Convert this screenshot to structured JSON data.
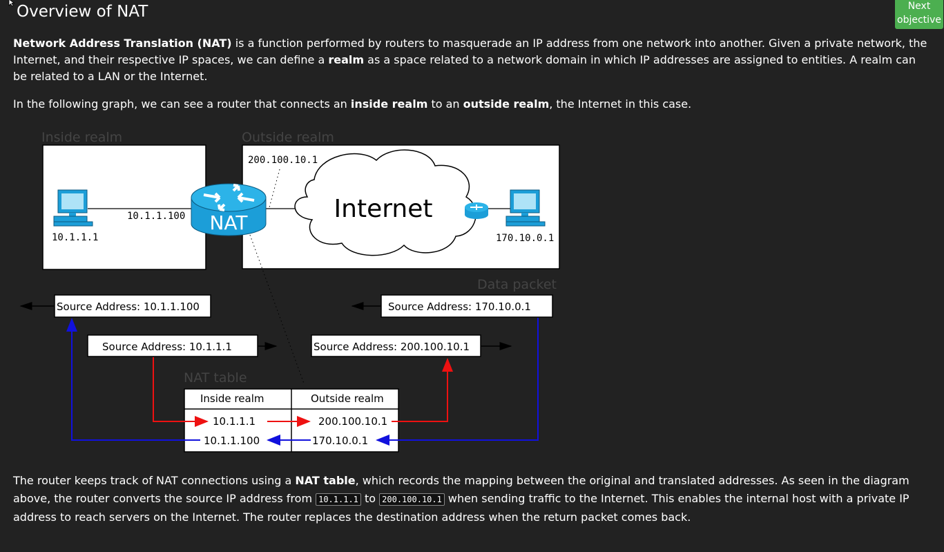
{
  "page": {
    "title": "Overview of NAT",
    "next_button": {
      "line1": "Next",
      "line2": "objective"
    },
    "accent_color": "#4CAF50"
  },
  "intro": {
    "p1_term": "Network Address Translation (NAT)",
    "p1_a": " is a function performed by routers to masquerade an IP address from one network into another. Given a private network, the Internet, and their respective IP spaces, we can define a ",
    "p1_realm": "realm",
    "p1_b": " as a space related to a network domain in which IP addresses are assigned to entities. A realm can be related to a LAN or the Internet.",
    "p2_a": "In the following graph, we can see a router that connects an ",
    "p2_inside": "inside realm",
    "p2_b": " to an ",
    "p2_outside": "outside realm",
    "p2_c": ", the Internet in this case."
  },
  "diagram": {
    "inside_realm_label": "Inside realm",
    "outside_realm_label": "Outside realm",
    "host_left_ip": "10.1.1.1",
    "router_inside_ip": "10.1.1.100",
    "router_label": "NAT",
    "router_outside_ip": "200.100.10.1",
    "cloud_label": "Internet",
    "host_right_ip": "170.10.0.1",
    "data_packet_label": "Data packet",
    "packet_src_1": "Source Address: 10.1.1.100",
    "packet_src_2": "Source Address: 170.10.0.1",
    "packet_src_3": "Source Address: 10.1.1.1",
    "packet_src_4": "Source Address: 200.100.10.1",
    "nat_table_label": "NAT table",
    "nat_table_headers": [
      "Inside realm",
      "Outside realm"
    ],
    "nat_table_rows": [
      [
        "10.1.1.1",
        "200.100.10.1"
      ],
      [
        "10.1.1.100",
        "170.10.0.1"
      ]
    ],
    "colors": {
      "outbound": "#ee1111",
      "inbound": "#1111dd",
      "router": "#22aadd"
    }
  },
  "outro": {
    "a": "The router keeps track of NAT connections using a ",
    "term": "NAT table",
    "b": ", which records the mapping between the original and translated addresses. As seen in the diagram above, the router converts the source IP address from ",
    "code1": "10.1.1.1",
    "c": " to ",
    "code2": "200.100.10.1",
    "d": " when sending traffic to the Internet. This enables the internal host with a private IP address to reach servers on the Internet. The router replaces the destination address when the return packet comes back."
  }
}
